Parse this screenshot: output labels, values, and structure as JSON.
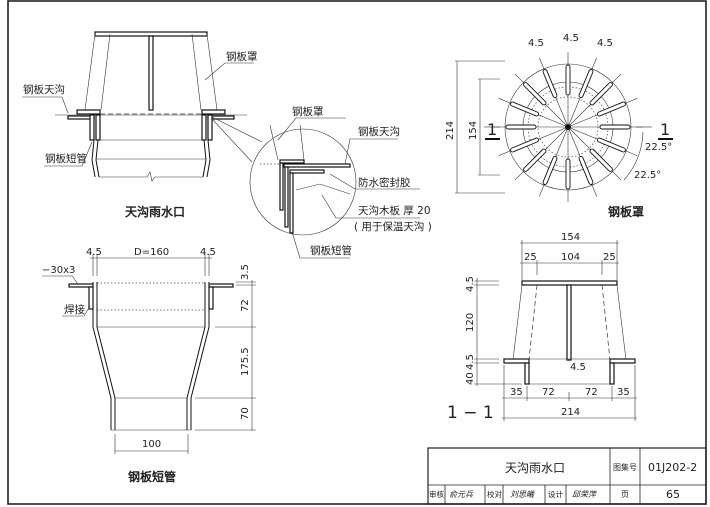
{
  "gutter_outlet": {
    "title": "天沟雨水口",
    "label_cover": "钢板罩",
    "label_gutter": "钢板天沟",
    "label_pipe": "钢板短管"
  },
  "detail": {
    "cover": "钢板罩",
    "gutter": "钢板天沟",
    "sealant": "防水密封胶",
    "board": "天沟木板  厚 20",
    "board_note": "( 用于保温天沟 )",
    "pipe": "钢板短管"
  },
  "short_pipe": {
    "title": "钢板短管",
    "flat_bar": "−30x3",
    "weld": "焊接",
    "dim_wall_left": "4.5",
    "dim_diameter": "D=160",
    "dim_wall_right": "4.5",
    "dim_top": "3.5",
    "dim_upper": "72",
    "dim_taper": "175.5",
    "dim_lower": "70",
    "dim_bottom_width": "100"
  },
  "cover_plan": {
    "title": "钢板罩",
    "dim_outer": "214",
    "dim_inner": "154",
    "slot_width_1": "4.5",
    "slot_width_2": "4.5",
    "slot_width_3": "4.5",
    "angle_1": "22.5°",
    "angle_2": "22.5°",
    "section_mark_left": "1",
    "section_mark_right": "1",
    "slot_count": 16
  },
  "section": {
    "title": "1 − 1",
    "dim_top_total": "154",
    "dim_top_left": "25",
    "dim_top_mid": "104",
    "dim_top_right": "25",
    "dim_plate_top": "4.5",
    "dim_height": "120",
    "dim_plate_bottom": "4.5",
    "dim_leg": "40",
    "dim_stem": "4.5",
    "dim_b1": "35",
    "dim_b2": "72",
    "dim_b3": "72",
    "dim_b4": "35",
    "dim_bottom_total": "214"
  },
  "title_block": {
    "drawing_name": "天沟雨水口",
    "atlas_no_label": "图集号",
    "atlas_no": "01J202-2",
    "review_label": "审核",
    "review_sign": "俞元兵",
    "check_label": "校对",
    "check_sign": "刘思曦",
    "design_label": "设计",
    "design_sign": "邱荣萍",
    "page_label": "页",
    "page_no": "65"
  }
}
